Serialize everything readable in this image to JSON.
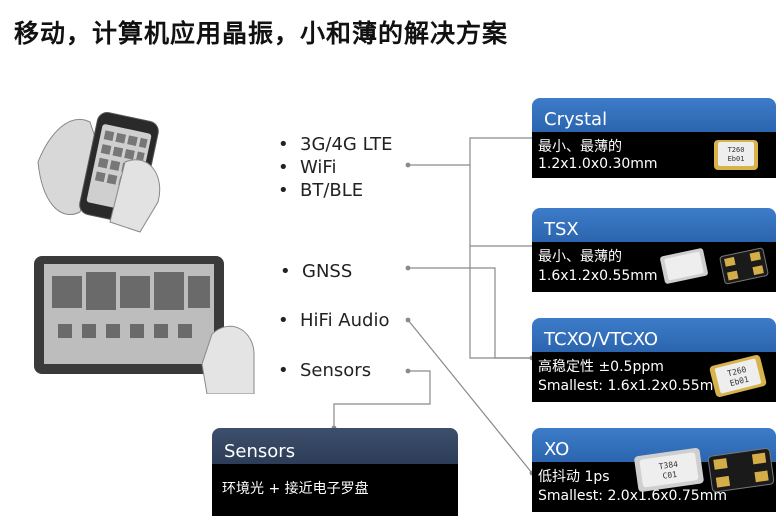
{
  "title": "移动，计算机应用晶振，小和薄的解决方案",
  "bullets": {
    "group1": [
      "3G/4G LTE",
      "WiFi",
      "BT/BLE"
    ],
    "gnss": "GNSS",
    "hifi": "HiFi Audio",
    "sensors": "Sensors",
    "dot": "•"
  },
  "cards": {
    "crystal": {
      "title": "Crystal",
      "line1": "最小、最薄的",
      "line2": "1.2x1.0x0.30mm",
      "chip_text": "T260\nEb01"
    },
    "tsx": {
      "title": "TSX",
      "line1": "最小、最薄的",
      "line2": "1.6x1.2x0.55mm"
    },
    "tcxo": {
      "title": "TCXO/VTCXO",
      "line1": "高稳定性 ±0.5ppm",
      "line2": "Smallest: 1.6x1.2x0.55mm",
      "chip_text": "T260\nEb01"
    },
    "xo": {
      "title": "XO",
      "line1": "低抖动 1ps",
      "line2": "Smallest: 2.0x1.6x0.75mm",
      "chip_text": "T384\nC01"
    },
    "sensors": {
      "title": "Sensors",
      "line1": "环境光 + 接近电子罗盘"
    }
  },
  "colors": {
    "header_blue": "#2f6cb8",
    "sensor_header": "#34465f",
    "body": "#000000",
    "line": "#8a8a8a"
  }
}
